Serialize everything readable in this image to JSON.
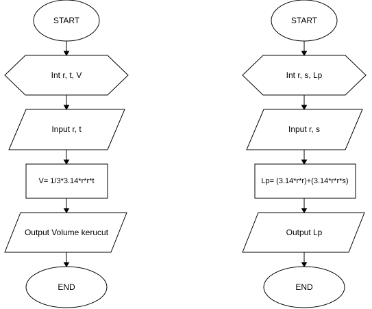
{
  "diagrams": [
    {
      "nodes": {
        "start": "START",
        "declare": "Int r, t, V",
        "input": "Input r, t",
        "process": "V= 1/3*3.14*r*r*t",
        "output": "Output Volume kerucut",
        "end": "END"
      }
    },
    {
      "nodes": {
        "start": "START",
        "declare": "Int r, s, Lp",
        "input": "Input r, s",
        "process": "Lp= (3.14*r*r)+(3.14*r*r*s)",
        "output": "Output Lp",
        "end": "END"
      }
    }
  ],
  "colors": {
    "stroke": "#000000",
    "fill": "#ffffff",
    "text": "#000000"
  }
}
